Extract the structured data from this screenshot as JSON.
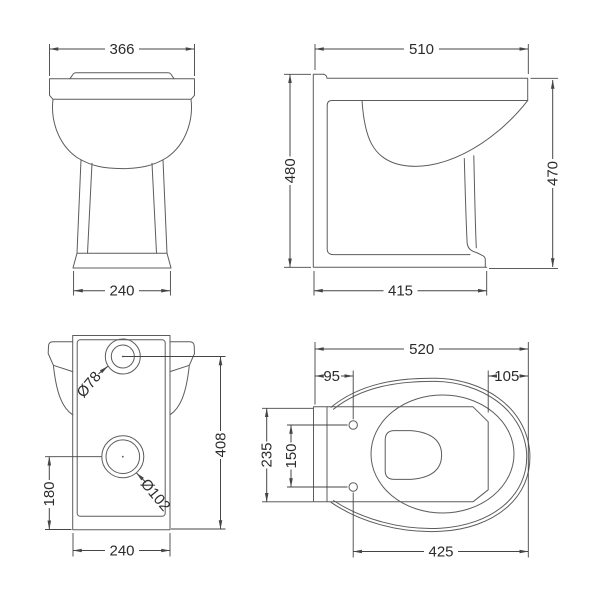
{
  "style": {
    "background": "#ffffff",
    "line_color": "#5c5c5c",
    "dimension_color": "#454545",
    "text_color": "#2b2b2b"
  },
  "views": {
    "front": {
      "width": "366",
      "base": "240"
    },
    "side": {
      "depth": "510",
      "height_back": "480",
      "height_seat": "470",
      "base_depth": "415"
    },
    "rear": {
      "inlet_dia": "Ø78",
      "outlet_dia": "Ø102",
      "inlet_height": "408",
      "outlet_height": "180",
      "base_width": "240"
    },
    "plan": {
      "width": "520",
      "hinge_inset": "95",
      "front_overhang": "105",
      "plate_depth": "235",
      "hinge_spacing": "150",
      "seat_length": "425"
    }
  }
}
